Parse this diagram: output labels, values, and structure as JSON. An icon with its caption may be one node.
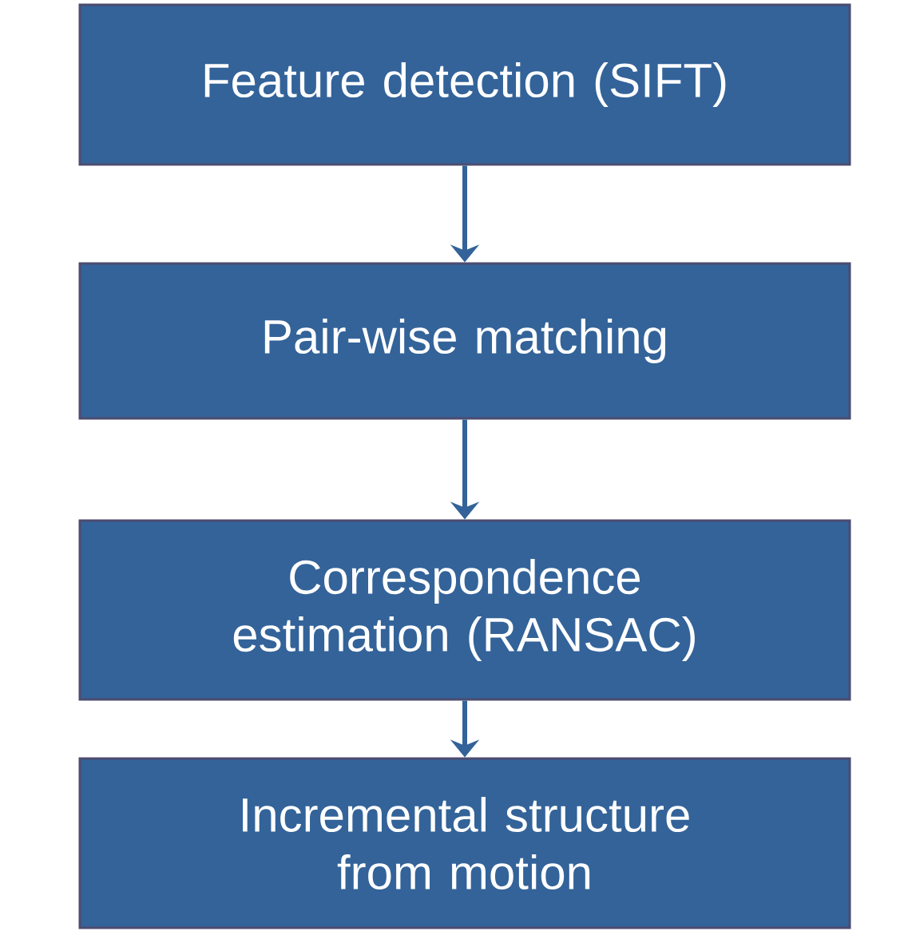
{
  "diagram": {
    "nodes": [
      {
        "text": [
          "Feature detection (SIFT)"
        ]
      },
      {
        "text": [
          "Pair-wise matching"
        ]
      },
      {
        "text": [
          "Correspondence estimation (RANSAC)"
        ]
      },
      {
        "text": [
          "Incremental structure from motion"
        ]
      }
    ],
    "edges": [
      {
        "from": 0,
        "to": 1,
        "arrow": "to"
      },
      {
        "from": 1,
        "to": 2,
        "arrow": "to"
      },
      {
        "from": 2,
        "to": 3,
        "arrow": "to"
      }
    ]
  }
}
